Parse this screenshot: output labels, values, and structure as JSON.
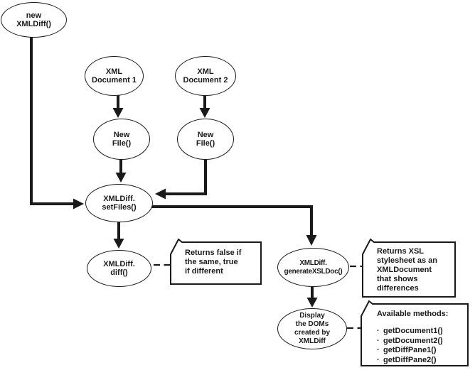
{
  "diagram": {
    "type": "flowchart",
    "nodes": [
      {
        "id": "new-xmldiff",
        "label": "new\nXMLDiff()"
      },
      {
        "id": "xml-document-1",
        "label": "XML\nDocument 1"
      },
      {
        "id": "xml-document-2",
        "label": "XML\nDocument 2"
      },
      {
        "id": "new-file-1",
        "label": "New\nFile()"
      },
      {
        "id": "new-file-2",
        "label": "New\nFile()"
      },
      {
        "id": "setfiles",
        "label": "XMLDiff.\nsetFiles()"
      },
      {
        "id": "diff",
        "label": "XMLDiff.\ndiff()"
      },
      {
        "id": "generatexsldoc",
        "label": "XMLDiff.\ngenerateXSLDoc()"
      },
      {
        "id": "display-doms",
        "label": "Display\nthe DOMs\ncreated by\nXMLDiff"
      }
    ],
    "notes": [
      {
        "id": "note-diff",
        "text": "Returns false if\nthe same, true\nif different"
      },
      {
        "id": "note-xsl",
        "text": "Returns XSL\nstylesheet as an\nXMLDocument\nthat shows\ndifferences"
      },
      {
        "id": "note-methods",
        "heading": "Available methods:",
        "bullet": "·",
        "items": [
          "getDocument1()",
          "getDocument2()",
          "getDiffPane1()",
          "getDiffPane2()"
        ]
      }
    ],
    "edges": [
      {
        "from": "new-xmldiff",
        "to": "setfiles",
        "style": "arrow"
      },
      {
        "from": "xml-document-1",
        "to": "new-file-1",
        "style": "arrow"
      },
      {
        "from": "xml-document-2",
        "to": "new-file-2",
        "style": "arrow"
      },
      {
        "from": "new-file-1",
        "to": "setfiles",
        "style": "arrow"
      },
      {
        "from": "new-file-2",
        "to": "setfiles",
        "style": "arrow"
      },
      {
        "from": "setfiles",
        "to": "diff",
        "style": "arrow"
      },
      {
        "from": "setfiles",
        "to": "generatexsldoc",
        "style": "arrow"
      },
      {
        "from": "generatexsldoc",
        "to": "display-doms",
        "style": "arrow"
      },
      {
        "from": "diff",
        "to": "note-diff",
        "style": "dashed"
      },
      {
        "from": "generatexsldoc",
        "to": "note-xsl",
        "style": "dashed"
      },
      {
        "from": "display-doms",
        "to": "note-methods",
        "style": "dashed"
      }
    ],
    "colors": {
      "stroke": "#1a1a1a",
      "text": "#1a1a1a",
      "background": "#ffffff"
    }
  }
}
